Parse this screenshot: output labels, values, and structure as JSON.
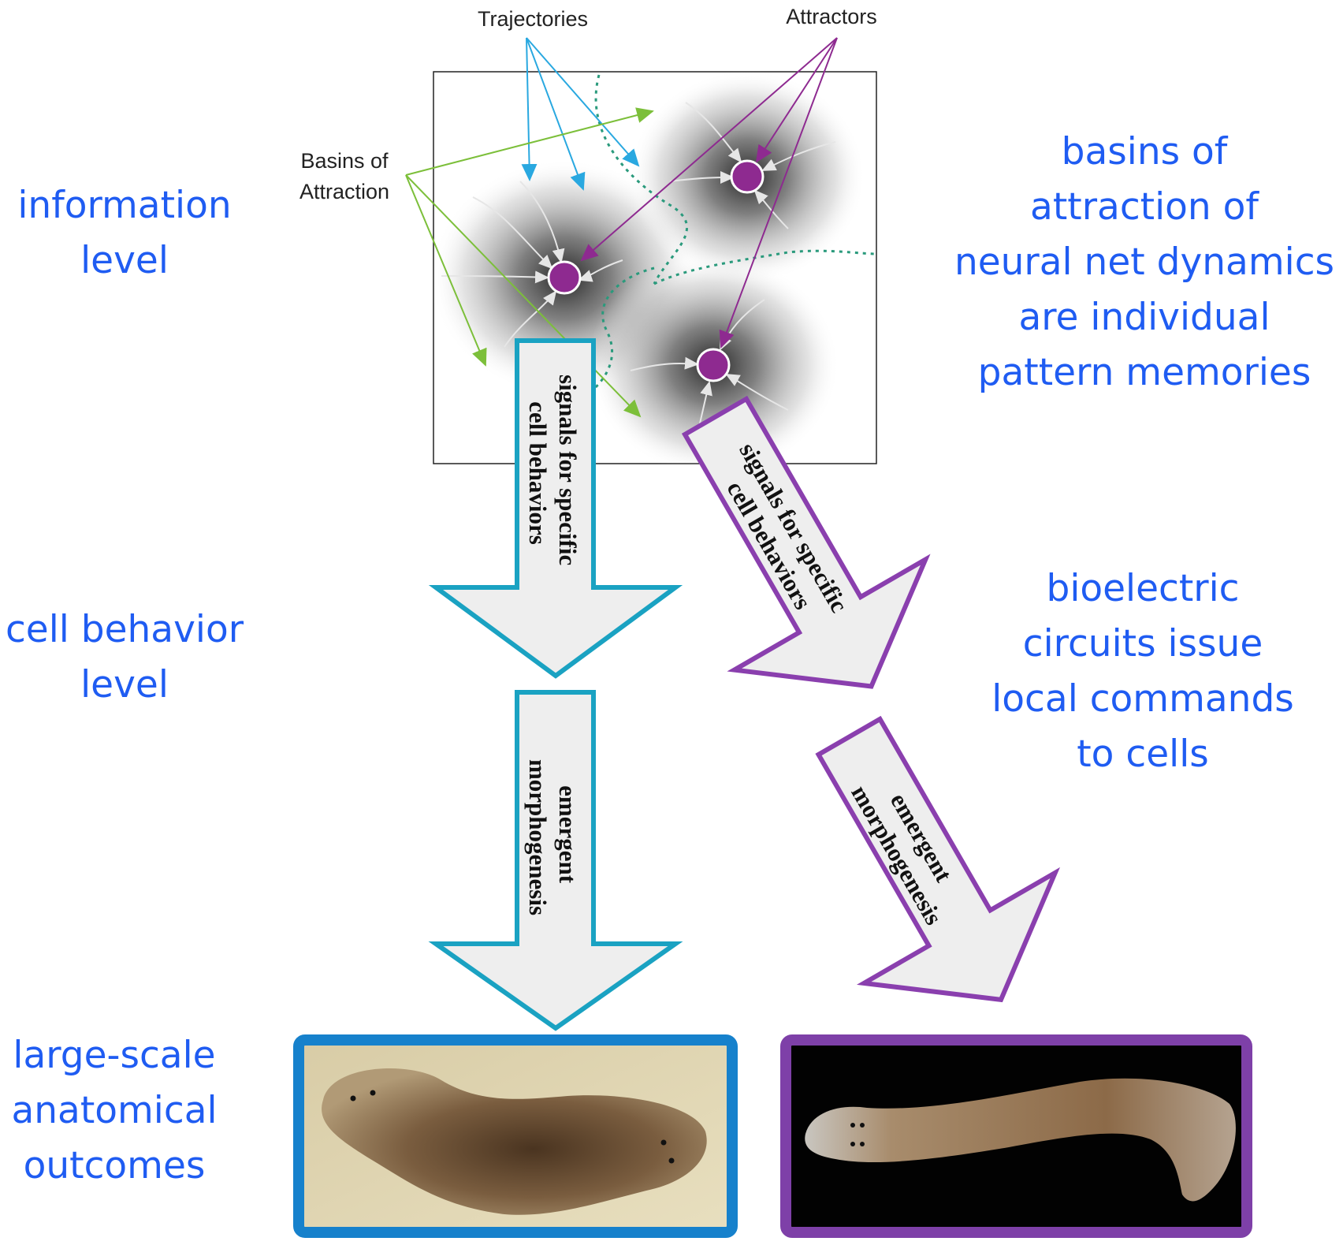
{
  "levels": {
    "information": [
      "information",
      "level"
    ],
    "cell_behavior": [
      "cell behavior",
      "level"
    ],
    "anatomical": [
      "large-scale",
      "anatomical",
      "outcomes"
    ]
  },
  "descriptions": {
    "basins": [
      "basins of",
      "attraction of",
      "neural net dynamics",
      "are individual",
      "pattern memories"
    ],
    "bioelectric": [
      "bioelectric",
      "circuits issue",
      "local commands",
      "to cells"
    ]
  },
  "attractor_diagram": {
    "trajectories_label": "Trajectories",
    "attractors_label": "Attractors",
    "basins_label": [
      "Basins of",
      "Attraction"
    ]
  },
  "arrows": {
    "signals": [
      "signals for specific",
      "cell behaviors"
    ],
    "morphogenesis": [
      "emergent",
      "morphogenesis"
    ]
  },
  "colors": {
    "text_blue": "#1f5cf2",
    "teal": "#1aa2c2",
    "purple": "#8a3fae",
    "attractor": "#8e2a90",
    "frame_blue": "#1681cc",
    "frame_purple": "#7e40a8",
    "green": "#7cbf3a",
    "sky": "#29a8e0",
    "basin_boundary": "#2a9a7c"
  },
  "icons": [
    "attractor-dot",
    "planarian-worm-wide",
    "planarian-worm-normal"
  ]
}
